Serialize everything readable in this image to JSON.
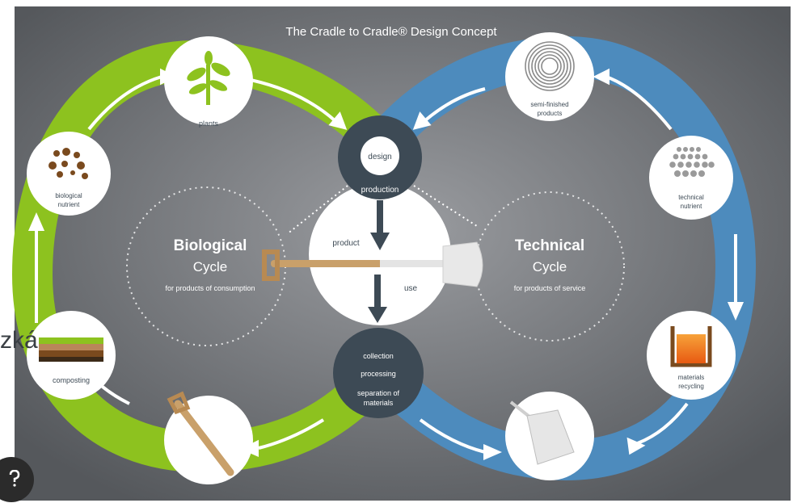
{
  "title": "The Cradle to Cradle® Design Concept",
  "biological": {
    "heading": "Biological",
    "sub": "Cycle",
    "caption": "for products of consumption"
  },
  "technical": {
    "heading": "Technical",
    "sub": "Cycle",
    "caption": "for products of service"
  },
  "center": {
    "design": "design",
    "production": "production",
    "product": "product",
    "use": "use",
    "collection": "collection",
    "processing": "processing",
    "separation_line1": "separation of",
    "separation_line2": "materials"
  },
  "nodes": {
    "plants": "plants",
    "bio_nutrient_line1": "biological",
    "bio_nutrient_line2": "nutrient",
    "composting": "composting",
    "semi_line1": "semi-finished",
    "semi_line2": "products",
    "tech_nutrient_line1": "technical",
    "tech_nutrient_line2": "nutrient",
    "recycling_line1": "materials",
    "recycling_line2": "recycling"
  },
  "overlay_fragment": "zká",
  "colors": {
    "bio_ring": "#8dc21f",
    "tech_ring": "#4d8bbd",
    "background": "#6a6d71",
    "hub": "#3d4a55"
  }
}
